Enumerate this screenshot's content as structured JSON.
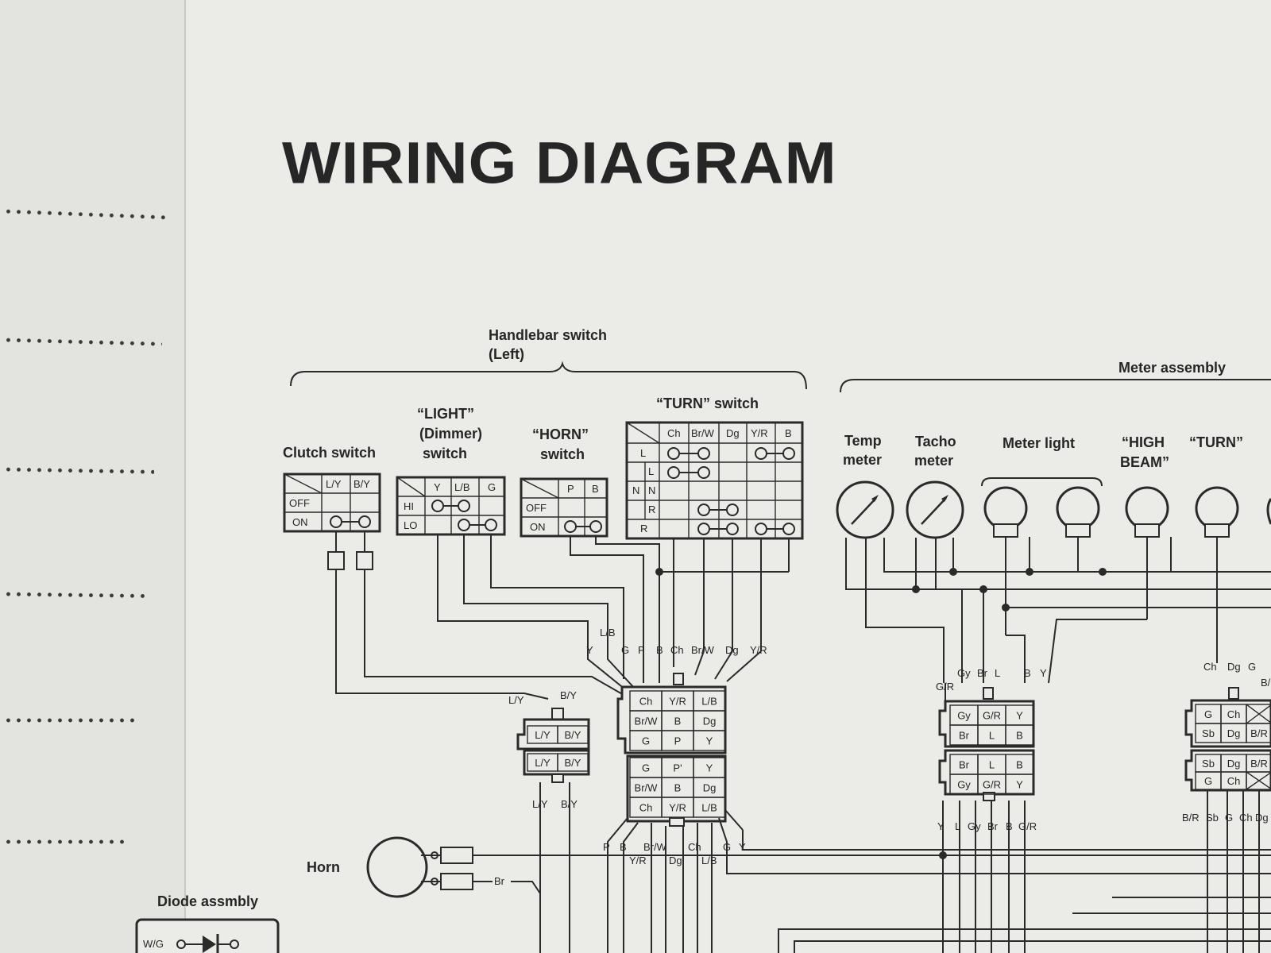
{
  "page": {
    "title": "WIRING DIAGRAM"
  },
  "groups": {
    "handlebar_left": "Handlebar switch\n(Left)",
    "handlebar_left_l1": "Handlebar switch",
    "handlebar_left_l2": "(Left)",
    "meter_assembly": "Meter assembly"
  },
  "components": {
    "clutch": "Clutch switch",
    "light_l1": "“LIGHT”",
    "light_l2": "(Dimmer)",
    "light_l3": "switch",
    "horn_l1": "“HORN”",
    "horn_l2": "switch",
    "turn": "“TURN” switch",
    "temp_l1": "Temp",
    "temp_l2": "meter",
    "tacho_l1": "Tacho",
    "tacho_l2": "meter",
    "meter_light": "Meter light",
    "high_l1": "“HIGH",
    "high_l2": "BEAM”",
    "turn_ind": "“TURN”",
    "horn": "Horn",
    "diode": "Diode  assmbly",
    "diode_wire": "W/G"
  },
  "clutch_table": {
    "cols": [
      "L/Y",
      "B/Y"
    ],
    "rows": [
      "OFF",
      "ON"
    ]
  },
  "light_table": {
    "cols": [
      "Y",
      "L/B",
      "G"
    ],
    "rows": [
      "HI",
      "LO"
    ]
  },
  "horn_table": {
    "cols": [
      "P",
      "B"
    ],
    "rows": [
      "OFF",
      "ON"
    ]
  },
  "turn_table": {
    "cols": [
      "Ch",
      "Br/W",
      "Dg",
      "Y/R",
      "B"
    ],
    "rows": [
      "L",
      "L",
      "N",
      "R",
      "R"
    ],
    "sub": [
      "N"
    ]
  },
  "wire_labels": {
    "top_group": [
      "Y",
      "G",
      "P",
      "B",
      "Ch",
      "Br/W",
      "Dg",
      "Y/R"
    ],
    "lb": "L/B",
    "ly_left": "L/Y",
    "by_top": "B/Y",
    "ly_bottom": "L/Y",
    "by_bottom": "B/Y",
    "bottom_group_row1": [
      "P",
      "B",
      "Br/W",
      "Ch",
      "G",
      "Y"
    ],
    "bottom_group_row2": [
      "Y/R",
      "Dg",
      "L/B"
    ],
    "br": "Br",
    "meter_top": [
      "Gy",
      "Br",
      "L",
      "B",
      "Y"
    ],
    "gr": "G/R",
    "meter_bottom": [
      "Y",
      "L",
      "Gy",
      "Br",
      "B",
      "G/R"
    ],
    "right_top": [
      "Ch",
      "Dg",
      "G"
    ],
    "right_top_extra": "B/",
    "right_bottom": [
      "B/R",
      "Sb",
      "G",
      "Ch",
      "Dg"
    ]
  },
  "connectors": {
    "main_upper": [
      [
        "Ch",
        "Y/R",
        "L/B"
      ],
      [
        "Br/W",
        "B",
        "Dg"
      ],
      [
        "G",
        "P",
        "Y"
      ]
    ],
    "main_lower": [
      [
        "G",
        "P'",
        "Y"
      ],
      [
        "Br/W",
        "B",
        "Dg"
      ],
      [
        "Ch",
        "Y/R",
        "L/B"
      ]
    ],
    "small_upper": [
      [
        "L/Y",
        "B/Y"
      ]
    ],
    "small_lower": [
      [
        "L/Y",
        "B/Y"
      ]
    ],
    "meter_upper": [
      [
        "Gy",
        "G/R",
        "Y"
      ],
      [
        "Br",
        "L",
        "B"
      ]
    ],
    "meter_lower": [
      [
        "Br",
        "L",
        "B"
      ],
      [
        "Gy",
        "G/R",
        "Y"
      ]
    ],
    "right_upper": [
      [
        "G",
        "Ch",
        ""
      ],
      [
        "Sb",
        "Dg",
        "B/R"
      ]
    ],
    "right_lower": [
      [
        "Sb",
        "Dg",
        "B/R"
      ],
      [
        "G",
        "Ch",
        ""
      ]
    ]
  },
  "colors": {
    "paper": "#ebebe8",
    "ink": "#262626",
    "left_page": "#e3e3df"
  }
}
